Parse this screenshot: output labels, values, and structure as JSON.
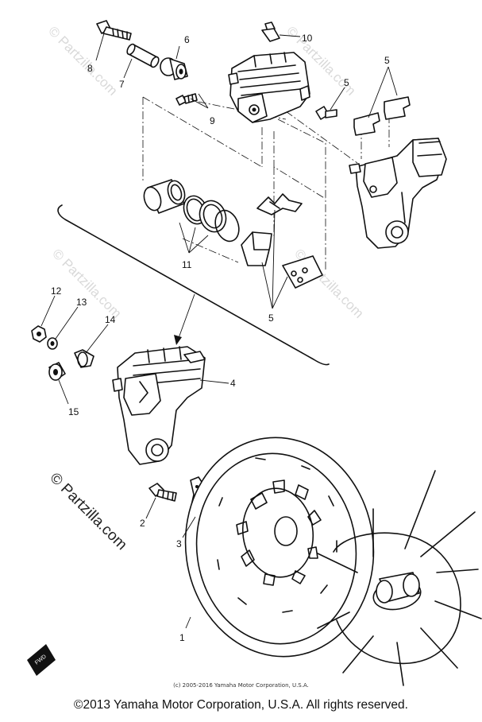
{
  "watermark_text": "© Partzilla.com",
  "callouts": [
    {
      "id": "c1",
      "label": "1"
    },
    {
      "id": "c2",
      "label": "2"
    },
    {
      "id": "c3",
      "label": "3"
    },
    {
      "id": "c4",
      "label": "4"
    },
    {
      "id": "c5a",
      "label": "5"
    },
    {
      "id": "c5b",
      "label": "5"
    },
    {
      "id": "c5c",
      "label": "5"
    },
    {
      "id": "c6",
      "label": "6"
    },
    {
      "id": "c7",
      "label": "7"
    },
    {
      "id": "c8",
      "label": "8"
    },
    {
      "id": "c9",
      "label": "9"
    },
    {
      "id": "c10",
      "label": "10"
    },
    {
      "id": "c11",
      "label": "11"
    },
    {
      "id": "c12",
      "label": "12"
    },
    {
      "id": "c13",
      "label": "13"
    },
    {
      "id": "c14",
      "label": "14"
    },
    {
      "id": "c15",
      "label": "15"
    }
  ],
  "fwd_label": "FWD",
  "small_credit": "(c) 2005-2016 Yamaha Motor Corporation, U.S.A.",
  "copyright": "©2013 Yamaha Motor Corporation, U.S.A. All rights reserved."
}
